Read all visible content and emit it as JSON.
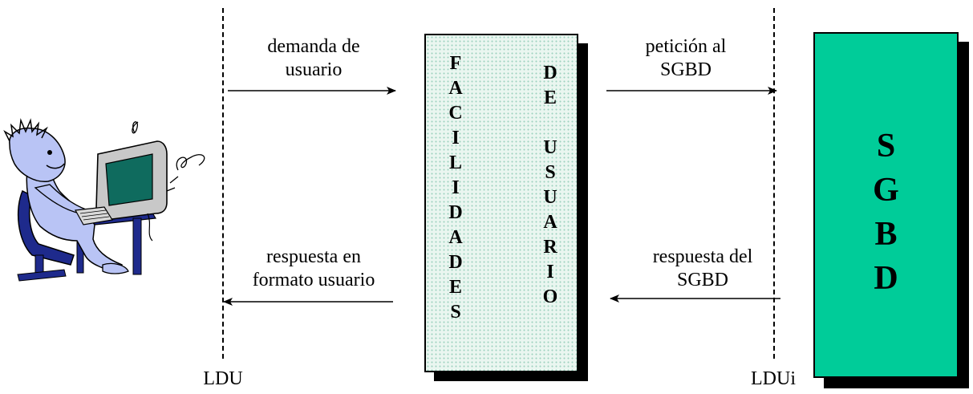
{
  "boundaries": {
    "left": "LDU",
    "right": "LDUi"
  },
  "arrows": {
    "user_request": "demanda de usuario",
    "dbms_request": "petición al SGBD",
    "user_response": "respuesta en formato usuario",
    "dbms_response": "respuesta del SGBD"
  },
  "arrow_lines": {
    "user_request": [
      "demanda de",
      "usuario"
    ],
    "dbms_request": [
      "petición al",
      "SGBD"
    ],
    "user_response": [
      "respuesta en",
      "formato usuario"
    ],
    "dbms_response": [
      "respuesta del",
      "SGBD"
    ]
  },
  "facilities_box": {
    "col1": [
      "F",
      "A",
      "C",
      "I",
      "L",
      "I",
      "D",
      "A",
      "D",
      "E",
      "S"
    ],
    "col2": [
      "D",
      "E",
      "",
      "U",
      "S",
      "U",
      "A",
      "R",
      "I",
      "O"
    ]
  },
  "sgbd_box": {
    "letters": [
      "S",
      "G",
      "B",
      "D"
    ]
  },
  "colors": {
    "sgbd": "#00cc99",
    "facilities_dots": "#9fd2bf",
    "user_figure": "#b9c4f5",
    "chair": "#1e2a8c",
    "screen": "#0f6b5e"
  },
  "icons": {
    "user": "user-at-computer-icon"
  }
}
